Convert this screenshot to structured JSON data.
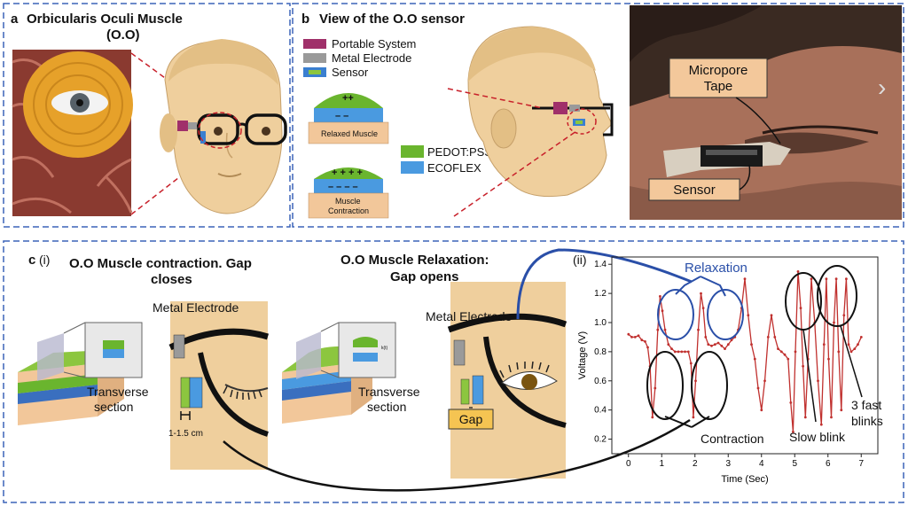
{
  "panel_a": {
    "letter": "a",
    "title_line1": "Orbicularis Oculi Muscle",
    "title_line2": "(O.O)"
  },
  "panel_b": {
    "letter": "b",
    "title": "View of the O.O sensor",
    "legend": {
      "portable": "Portable System",
      "electrode": "Metal Electrode",
      "sensor": "Sensor",
      "pedot": "PEDOT:PSS",
      "ecoflex": "ECOFLEX"
    },
    "relaxed_label": "Relaxed Muscle",
    "relaxed_charge_top": "++",
    "relaxed_charge_bottom": "– –",
    "contraction_label_line1": "Muscle",
    "contraction_label_line2": "Contraction",
    "contraction_charge_top": "+ + + +",
    "contraction_charge_bottom": "– – – –",
    "photo": {
      "tape_line1": "Micropore",
      "tape_line2": "Tape",
      "sensor": "Sensor",
      "chevron": "›"
    }
  },
  "panel_c": {
    "letter": "c",
    "sub_i": "(i)",
    "sub_ii": "(ii)",
    "contraction_title_line1": "O.O Muscle contraction. Gap",
    "contraction_title_line2": "closes",
    "relaxation_title_line1": "O.O Muscle Relaxation:",
    "relaxation_title_line2": "Gap opens",
    "metal_electrode_1": "Metal Electrode",
    "metal_electrode_2": "Metal Electrode",
    "transverse_1_line1": "Transverse",
    "transverse_1_line2": "section",
    "transverse_2_line1": "Transverse",
    "transverse_2_line2": "section",
    "distance": "1-1.5 cm",
    "gap": "Gap",
    "inset_small_label": "k(t)"
  },
  "chart_data": {
    "type": "line",
    "title": "",
    "xlabel": "Time (Sec)",
    "ylabel": "Voltage (V)",
    "xlim": [
      -0.5,
      7.5
    ],
    "ylim": [
      0.1,
      1.45
    ],
    "xticks": [
      0,
      1,
      2,
      3,
      4,
      5,
      6,
      7
    ],
    "yticks": [
      0.2,
      0.4,
      0.6,
      0.8,
      1.0,
      1.2,
      1.4
    ],
    "xtick_labels": [
      "0",
      "1",
      "2",
      "3",
      "4",
      "5",
      "6",
      "7"
    ],
    "ytick_labels": [
      "0.2",
      "0.4",
      "0.6",
      "0.8",
      "1.0",
      "1.2",
      "1.4"
    ],
    "grid": false,
    "line_color": "#c0302e",
    "annotations": {
      "relaxation": "Relaxation",
      "contraction": "Contraction",
      "slow_blink": "Slow blink",
      "fast_blinks_line1": "3 fast",
      "fast_blinks_line2": "blinks"
    },
    "series": [
      {
        "x": [
          0.0,
          0.1,
          0.2,
          0.3,
          0.4,
          0.5,
          0.58,
          0.65,
          0.72,
          0.8,
          0.88,
          0.95,
          1.02,
          1.1,
          1.2,
          1.3,
          1.4,
          1.5,
          1.6,
          1.7,
          1.8,
          1.88,
          1.95,
          2.02,
          2.1,
          2.18,
          2.25,
          2.32,
          2.4,
          2.5,
          2.6,
          2.7,
          2.8,
          2.9,
          3.0,
          3.1,
          3.2,
          3.3,
          3.4,
          3.5,
          3.6,
          3.7,
          3.8,
          3.9,
          4.0,
          4.1,
          4.2,
          4.3,
          4.4,
          4.5,
          4.6,
          4.7,
          4.8,
          4.88,
          4.95,
          5.02,
          5.1,
          5.18,
          5.25,
          5.32,
          5.4,
          5.5,
          5.6,
          5.7,
          5.8,
          5.88,
          5.95,
          6.02,
          6.1,
          6.18,
          6.25,
          6.32,
          6.4,
          6.48,
          6.55,
          6.62,
          6.7,
          6.8,
          6.9,
          7.0
        ],
        "y": [
          0.92,
          0.9,
          0.9,
          0.91,
          0.88,
          0.87,
          0.83,
          0.7,
          0.35,
          0.55,
          0.95,
          1.18,
          1.08,
          0.95,
          0.85,
          0.82,
          0.8,
          0.8,
          0.8,
          0.8,
          0.8,
          0.72,
          0.35,
          0.6,
          0.95,
          1.2,
          1.1,
          0.9,
          0.85,
          0.84,
          0.85,
          0.86,
          0.84,
          0.82,
          0.85,
          0.88,
          0.9,
          0.95,
          1.1,
          1.3,
          1.05,
          0.85,
          0.75,
          0.55,
          0.4,
          0.6,
          0.9,
          1.05,
          0.9,
          0.82,
          0.8,
          0.78,
          0.75,
          0.45,
          0.25,
          0.8,
          1.35,
          1.1,
          0.7,
          0.35,
          0.75,
          1.3,
          1.0,
          0.6,
          0.3,
          0.85,
          1.3,
          0.75,
          0.35,
          1.0,
          1.3,
          0.8,
          0.4,
          1.05,
          1.3,
          0.85,
          0.8,
          0.82,
          0.85,
          0.9
        ]
      }
    ]
  }
}
